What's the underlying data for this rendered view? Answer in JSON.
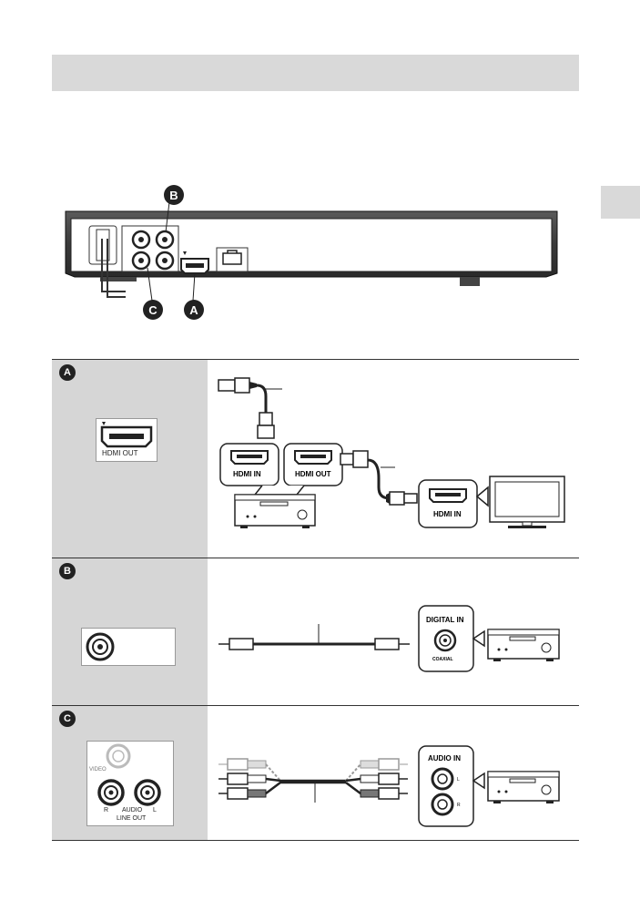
{
  "badges": {
    "a": "A",
    "b": "B",
    "c": "C"
  },
  "labels": {
    "hdmi_out": "HDMI OUT",
    "hdmi_in": "HDMI IN",
    "digital_in": "DIGITAL IN",
    "coaxial": "COAXIAL",
    "audio_in": "AUDIO IN",
    "video": "VIDEO",
    "audio_r": "R",
    "audio": "AUDIO",
    "audio_l": "L",
    "line_out": "LINE OUT",
    "channel_l": "L",
    "channel_r": "R"
  },
  "colors": {
    "title_bar": "#d9d9d9",
    "row_shade": "#d6d6d6",
    "badge": "#222222"
  },
  "icons": [
    "hdmi-plug-icon",
    "hdmi-port-icon",
    "rca-jack-icon",
    "coaxial-cable-icon",
    "av-receiver-icon",
    "tv-icon",
    "lan-port-icon"
  ]
}
